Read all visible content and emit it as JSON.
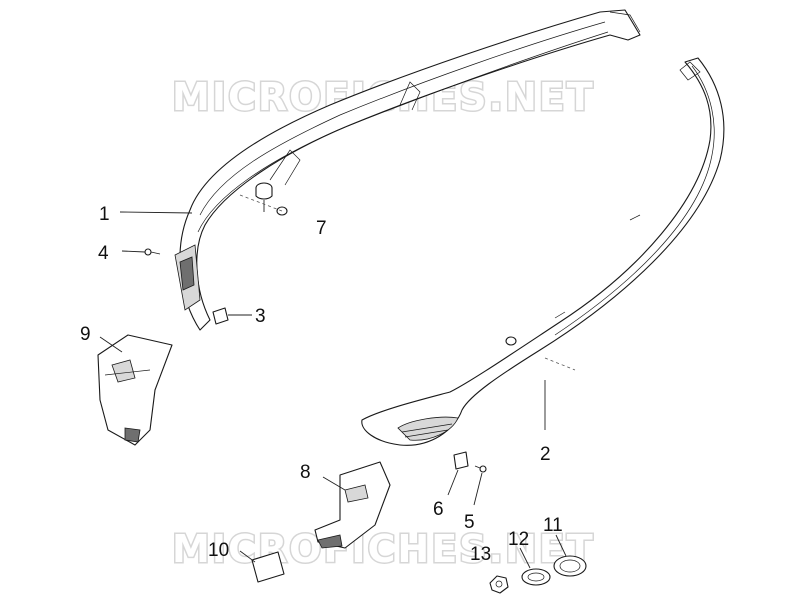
{
  "watermark": {
    "top": "MICROFICHES.NET",
    "bottom": "MICROFICHES.NET"
  },
  "callouts": [
    {
      "id": "c1",
      "label": "1"
    },
    {
      "id": "c2",
      "label": "2"
    },
    {
      "id": "c3",
      "label": "3"
    },
    {
      "id": "c4",
      "label": "4"
    },
    {
      "id": "c5",
      "label": "5"
    },
    {
      "id": "c6",
      "label": "6"
    },
    {
      "id": "c7",
      "label": "7"
    },
    {
      "id": "c8",
      "label": "8"
    },
    {
      "id": "c9",
      "label": "9"
    },
    {
      "id": "c10",
      "label": "10"
    },
    {
      "id": "c11",
      "label": "11"
    },
    {
      "id": "c12",
      "label": "12"
    },
    {
      "id": "c13",
      "label": "13"
    }
  ]
}
